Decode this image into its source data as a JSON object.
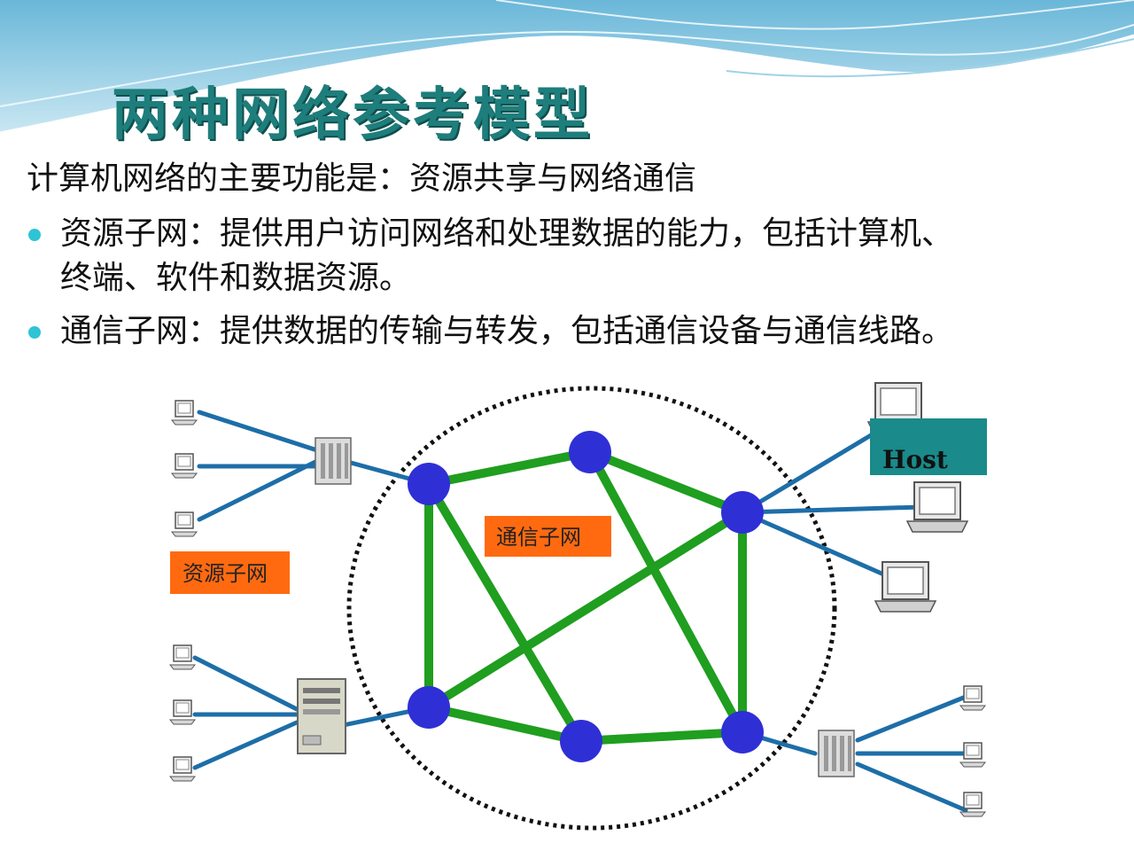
{
  "title": "两种网络参考模型",
  "intro": "计算机网络的主要功能是：资源共享与网络通信",
  "bullets": [
    {
      "lines": [
        "资源子网：提供用户访问网络和处理数据的能力，包括计算机、",
        "终端、软件和数据资源。"
      ]
    },
    {
      "lines": [
        "通信子网：提供数据的传输与转发，包括通信设备与通信线路。"
      ]
    }
  ],
  "diagram": {
    "labels": {
      "comm_subnet": "通信子网",
      "resource_subnet": "资源子网",
      "host": "Host"
    }
  },
  "colors": {
    "title": "#1e7e7c",
    "bullet": "#2ec4d6",
    "link": "#1f9e1f",
    "node": "#2f2fd6",
    "access_line": "#1d6ea8",
    "label_box": "#ff6a10",
    "host_box": "#1a8a8a"
  }
}
